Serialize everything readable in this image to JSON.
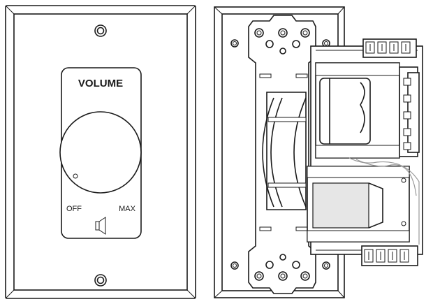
{
  "front_plate": {
    "title": "VOLUME",
    "off_label": "OFF",
    "max_label": "MAX"
  }
}
